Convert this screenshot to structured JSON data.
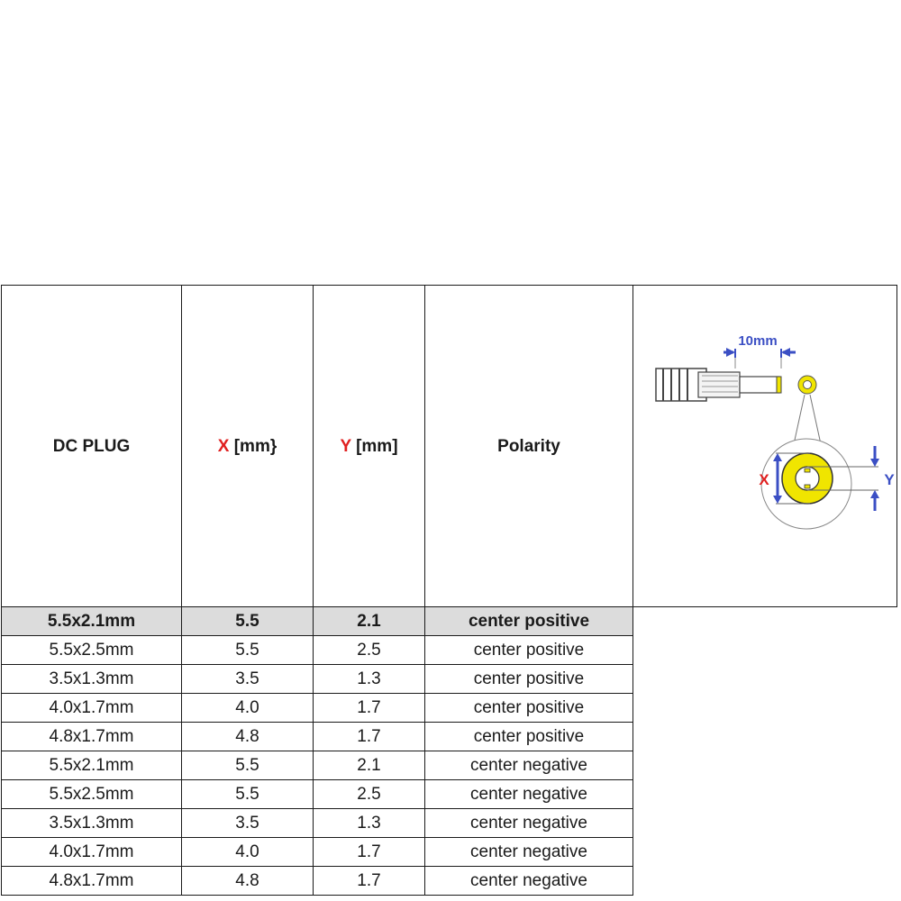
{
  "table": {
    "headers": {
      "dc_plug": "DC PLUG",
      "x_letter": "X",
      "x_unit": " [mm}",
      "y_letter": "Y",
      "y_unit": " [mm]",
      "polarity": "Polarity"
    },
    "rows": [
      {
        "plug": "5.5x2.1mm",
        "x": "5.5",
        "y": "2.1",
        "polarity": "center positive",
        "highlighted": true
      },
      {
        "plug": "5.5x2.5mm",
        "x": "5.5",
        "y": "2.5",
        "polarity": "center positive"
      },
      {
        "plug": "3.5x1.3mm",
        "x": "3.5",
        "y": "1.3",
        "polarity": "center positive"
      },
      {
        "plug": "4.0x1.7mm",
        "x": "4.0",
        "y": "1.7",
        "polarity": "center positive"
      },
      {
        "plug": "4.8x1.7mm",
        "x": "4.8",
        "y": "1.7",
        "polarity": "center positive"
      },
      {
        "plug": "5.5x2.1mm",
        "x": "5.5",
        "y": "2.1",
        "polarity": "center negative"
      },
      {
        "plug": "5.5x2.5mm",
        "x": "5.5",
        "y": "2.5",
        "polarity": "center negative"
      },
      {
        "plug": "3.5x1.3mm",
        "x": "3.5",
        "y": "1.3",
        "polarity": "center negative"
      },
      {
        "plug": "4.0x1.7mm",
        "x": "4.0",
        "y": "1.7",
        "polarity": "center negative"
      },
      {
        "plug": "4.8x1.7mm",
        "x": "4.8",
        "y": "1.7",
        "polarity": "center negative"
      }
    ]
  },
  "diagram": {
    "length_label": "10mm",
    "x_label": "X",
    "y_label": "Y",
    "colors": {
      "arrow": "#3b4fc4",
      "label_blue": "#3b4fc4",
      "label_red": "#e02020",
      "ring": "#f0e500",
      "outline": "#555555"
    }
  }
}
